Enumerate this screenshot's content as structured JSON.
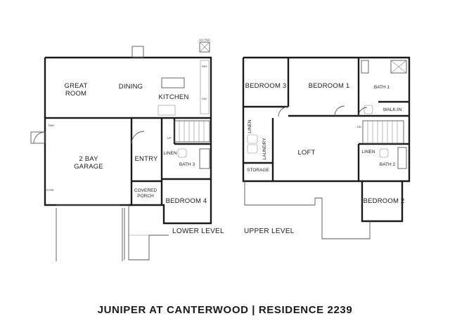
{
  "title": "JUNIPER AT CANTERWOOD | RESIDENCE 2239",
  "lower_level": {
    "name": "LOWER LEVEL",
    "rooms": {
      "great_room_1": "GREAT",
      "great_room_2": "ROOM",
      "dining": "DINING",
      "kitchen": "KITCHEN",
      "garage_1": "2 BAY",
      "garage_2": "GARAGE",
      "entry": "ENTRY",
      "bath3": "BATH 3",
      "linen": "LINEN",
      "porch_1": "COVERED",
      "porch_2": "PORCH",
      "bedroom4": "BEDROOM 4"
    },
    "tags": {
      "twh": "TWH",
      "evse": "EVSE",
      "ac_pad_1": "A/C PAD",
      "ac_pad_2": "",
      "up": "UP",
      "pantry": "",
      "dw": "DW",
      "ref": "REF"
    }
  },
  "upper_level": {
    "name": "UPPER LEVEL",
    "rooms": {
      "bedroom3": "BEDROOM 3",
      "bedroom1": "BEDROOM 1",
      "bath1": "BATH 1",
      "walkin": "WALK-IN",
      "loft": "LOFT",
      "laundry": "LAUNDRY",
      "storage": "STORAGE",
      "linen_a": "LINEN",
      "linen_b": "LINEN",
      "bath2": "BATH 2",
      "bedroom2": "BEDROOM 2"
    },
    "tags": {
      "dn": "DN"
    }
  }
}
